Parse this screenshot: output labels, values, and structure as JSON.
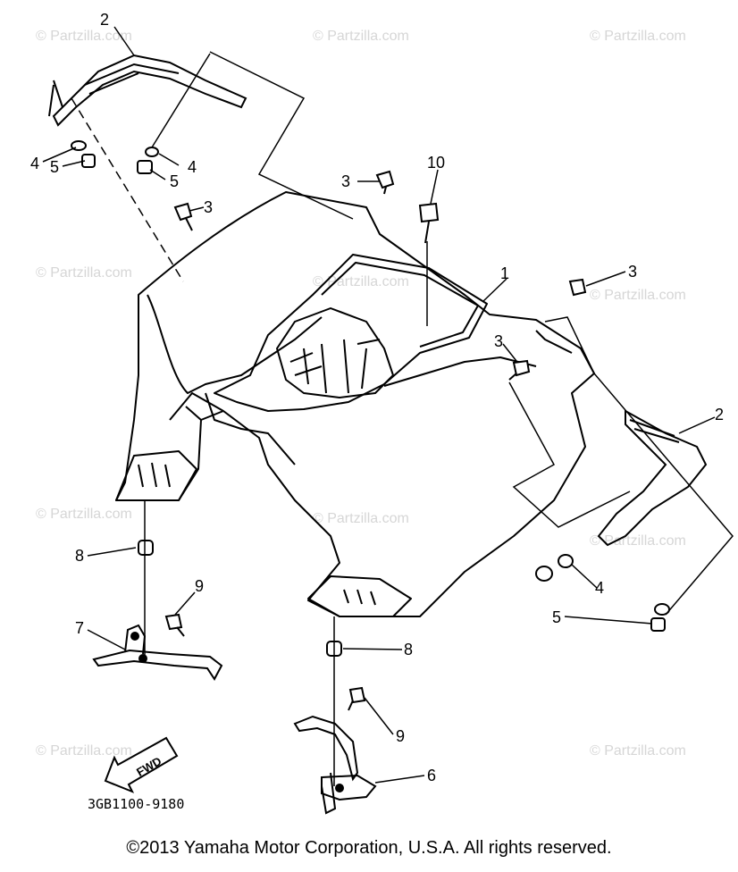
{
  "watermark": "© Partzilla.com",
  "callouts": {
    "c1": "1",
    "c2a": "2",
    "c2b": "2",
    "c3a": "3",
    "c3b": "3",
    "c3c": "3",
    "c3d": "3",
    "c4a": "4",
    "c4b": "4",
    "c4c": "4",
    "c5a": "5",
    "c5b": "5",
    "c5c": "5",
    "c6": "6",
    "c7": "7",
    "c8a": "8",
    "c8b": "8",
    "c9a": "9",
    "c9b": "9",
    "c10": "10"
  },
  "fwd_label": "FWD",
  "diagram_code": "3GB1100-9180",
  "copyright": "©2013  Yamaha Motor Corporation, U.S.A. All rights reserved."
}
